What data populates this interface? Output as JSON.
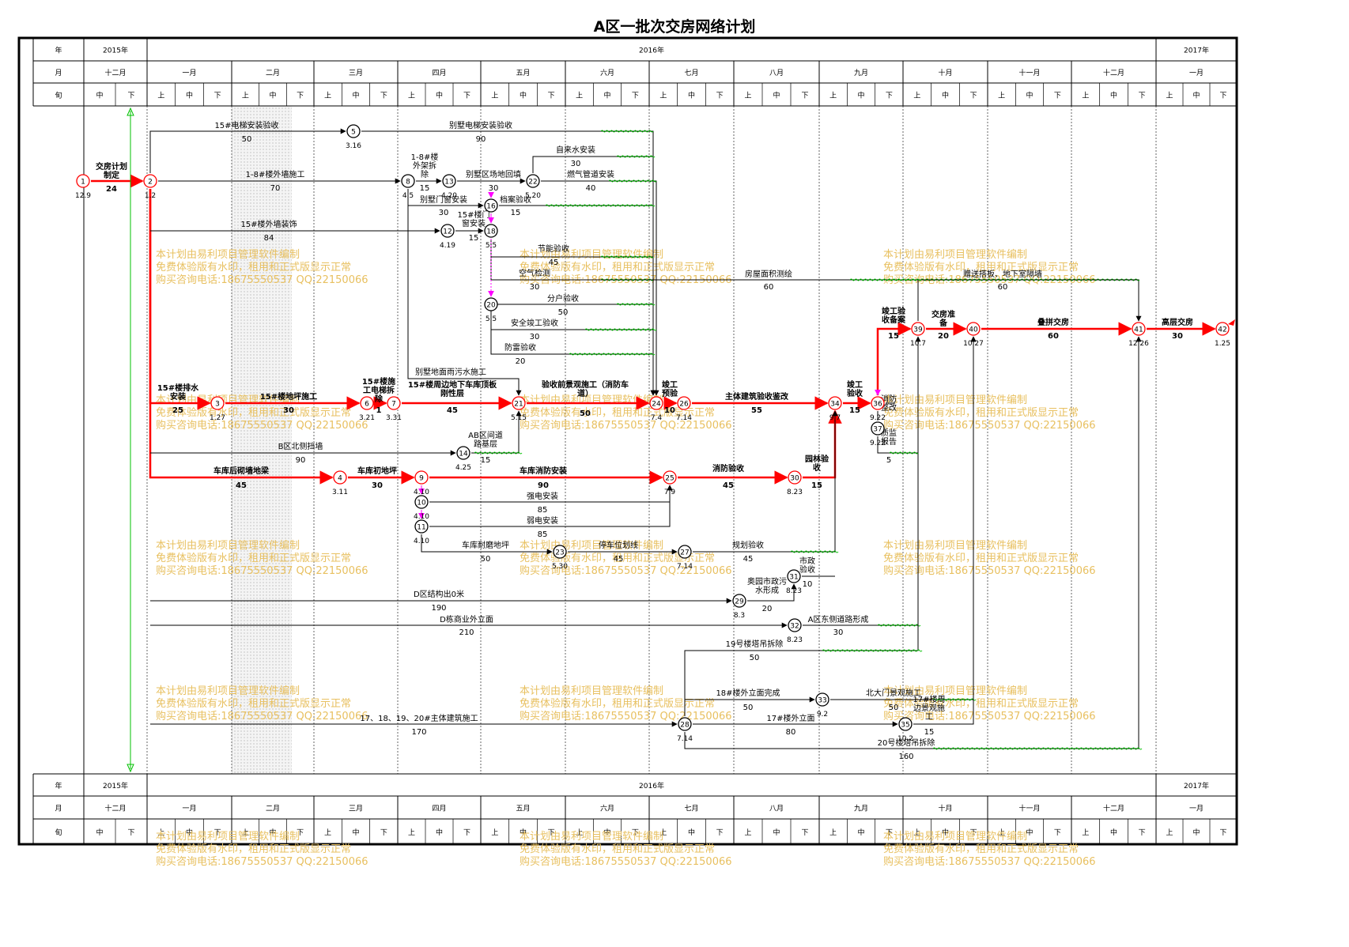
{
  "title": "A区一批次交房网络计划",
  "header_labels": {
    "year": "年",
    "month": "月",
    "xun": "旬"
  },
  "years": [
    "2015年",
    "2016年",
    "2017年"
  ],
  "months": [
    "十二月",
    "一月",
    "二月",
    "三月",
    "四月",
    "五月",
    "六月",
    "七月",
    "八月",
    "九月",
    "十月",
    "十一月",
    "十二月",
    "一月"
  ],
  "xun_names": [
    "上",
    "中",
    "下"
  ],
  "watermark_lines": [
    "本计划由易利项目管理软件编制",
    "免费体验版有水印，租用和正式版显示正常",
    "购买咨询电话:18675550537 QQ:22150066"
  ],
  "colors": {
    "critical": "#ff0000",
    "normal": "#000000",
    "wavy": "#00c000",
    "dummy": "#ff00ff",
    "watermark": "#e8c060",
    "node_critical": "#ff0000"
  },
  "nodes": [
    {
      "id": "1",
      "date": "12.9",
      "critical": true
    },
    {
      "id": "2",
      "date": "1.2",
      "critical": true
    },
    {
      "id": "3",
      "date": "1.27",
      "critical": true
    },
    {
      "id": "4",
      "date": "3.11",
      "critical": true
    },
    {
      "id": "5",
      "date": "3.16",
      "critical": false
    },
    {
      "id": "6",
      "date": "3.21",
      "critical": true
    },
    {
      "id": "7",
      "date": "3.31",
      "critical": true
    },
    {
      "id": "8",
      "date": "4.5",
      "critical": false
    },
    {
      "id": "9",
      "date": "4.10",
      "critical": true
    },
    {
      "id": "10",
      "date": "4.10",
      "critical": false
    },
    {
      "id": "11",
      "date": "4.10",
      "critical": false
    },
    {
      "id": "12",
      "date": "4.19",
      "critical": false
    },
    {
      "id": "13",
      "date": "4.20",
      "critical": false
    },
    {
      "id": "14",
      "date": "4.25",
      "critical": false
    },
    {
      "id": "16",
      "date": "",
      "critical": false
    },
    {
      "id": "18",
      "date": "5.5",
      "critical": false
    },
    {
      "id": "20",
      "date": "5.5",
      "critical": false
    },
    {
      "id": "21",
      "date": "5.15",
      "critical": true
    },
    {
      "id": "22",
      "date": "5.20",
      "critical": false
    },
    {
      "id": "23",
      "date": "5.30",
      "critical": false
    },
    {
      "id": "24",
      "date": "7.4",
      "critical": true
    },
    {
      "id": "25",
      "date": "7.9",
      "critical": true
    },
    {
      "id": "26",
      "date": "7.14",
      "critical": true
    },
    {
      "id": "27",
      "date": "7.14",
      "critical": false
    },
    {
      "id": "28",
      "date": "7.14",
      "critical": false
    },
    {
      "id": "29",
      "date": "8.3",
      "critical": false
    },
    {
      "id": "30",
      "date": "8.23",
      "critical": true
    },
    {
      "id": "31",
      "date": "8.23",
      "critical": false
    },
    {
      "id": "32",
      "date": "8.23",
      "critical": false
    },
    {
      "id": "33",
      "date": "9.2",
      "critical": false
    },
    {
      "id": "34",
      "date": "9.7",
      "critical": true
    },
    {
      "id": "35",
      "date": "10.2",
      "critical": false
    },
    {
      "id": "36",
      "date": "9.22",
      "critical": true
    },
    {
      "id": "37",
      "date": "9.22",
      "critical": false
    },
    {
      "id": "39",
      "date": "10.7",
      "critical": true
    },
    {
      "id": "40",
      "date": "10.27",
      "critical": true
    },
    {
      "id": "41",
      "date": "12.26",
      "critical": true
    },
    {
      "id": "42",
      "date": "1.25",
      "critical": true
    }
  ],
  "activities": [
    {
      "name": "交房计划制定",
      "duration": "24",
      "critical": true
    },
    {
      "name": "15#电梯安装验收",
      "duration": "50"
    },
    {
      "name": "别墅电梯安装验收",
      "duration": "90"
    },
    {
      "name": "1-8#楼外墙施工",
      "duration": "70"
    },
    {
      "name": "1-8#楼外架拆除",
      "duration": "15"
    },
    {
      "name": "别墅区场地回填",
      "duration": "30"
    },
    {
      "name": "自来水安装",
      "duration": "30"
    },
    {
      "name": "燃气管道安装",
      "duration": "40"
    },
    {
      "name": "别墅门窗安装",
      "duration": "30"
    },
    {
      "name": "档案验收",
      "duration": "15"
    },
    {
      "name": "15#楼门窗安装",
      "duration": "15"
    },
    {
      "name": "15#楼外墙装饰",
      "duration": "84"
    },
    {
      "name": "节能验收",
      "duration": "45"
    },
    {
      "name": "空气检测",
      "duration": "30"
    },
    {
      "name": "房屋面积测绘",
      "duration": "60"
    },
    {
      "name": "分户验收",
      "duration": "50"
    },
    {
      "name": "安全竣工验收",
      "duration": "30"
    },
    {
      "name": "防雷验收",
      "duration": "20"
    },
    {
      "name": "别墅地面雨污水施工",
      "duration": ""
    },
    {
      "name": "15#楼排水安装",
      "duration": "25",
      "critical": true
    },
    {
      "name": "15#楼地坪施工",
      "duration": "30",
      "critical": true
    },
    {
      "name": "15#楼施工电梯拆除",
      "duration": "1",
      "critical": true
    },
    {
      "name": "15#楼周边地下车库顶板刚性层",
      "duration": "45",
      "critical": true
    },
    {
      "name": "验收前景观施工（消防车道）",
      "duration": "50",
      "critical": true
    },
    {
      "name": "竣工预验",
      "duration": "10",
      "critical": true
    },
    {
      "name": "主体建筑验收鉴改",
      "duration": "55",
      "critical": true
    },
    {
      "name": "竣工验收",
      "duration": "15",
      "critical": true
    },
    {
      "name": "竣工验收备案",
      "duration": "15",
      "critical": true
    },
    {
      "name": "交房准备",
      "duration": "20",
      "critical": true
    },
    {
      "name": "叠拼交房",
      "duration": "60",
      "critical": true
    },
    {
      "name": "高层交房",
      "duration": "30",
      "critical": true
    },
    {
      "name": "赠送搭板、地下室隔墙",
      "duration": "60"
    },
    {
      "name": "AB区间道路基层",
      "duration": "15"
    },
    {
      "name": "B区北侧挡墙",
      "duration": "90"
    },
    {
      "name": "车库后砌墙地梁",
      "duration": "45",
      "critical": true
    },
    {
      "name": "车库初地坪",
      "duration": "30",
      "critical": true
    },
    {
      "name": "车库消防安装",
      "duration": "90",
      "critical": true
    },
    {
      "name": "消防验收",
      "duration": "45",
      "critical": true
    },
    {
      "name": "园林验收",
      "duration": "15",
      "critical": true
    },
    {
      "name": "强电安装",
      "duration": "85"
    },
    {
      "name": "弱电安装",
      "duration": "85"
    },
    {
      "name": "车库耐磨地坪",
      "duration": "50"
    },
    {
      "name": "停车位划线",
      "duration": "45"
    },
    {
      "name": "规划验收",
      "duration": "45"
    },
    {
      "name": "市政验收",
      "duration": "10"
    },
    {
      "name": "奥园市政污水形成",
      "duration": "20"
    },
    {
      "name": "D区结构出0米",
      "duration": "190"
    },
    {
      "name": "D栋商业外立面",
      "duration": "210"
    },
    {
      "name": "A区东侧道路形成",
      "duration": "30"
    },
    {
      "name": "19号楼塔吊拆除",
      "duration": "50"
    },
    {
      "name": "18#楼外立面完成",
      "duration": "50"
    },
    {
      "name": "北大门景观施工",
      "duration": "50"
    },
    {
      "name": "17#楼周边景观施工",
      "duration": "15"
    },
    {
      "name": "17、18、19、20#主体建筑施工",
      "duration": "170"
    },
    {
      "name": "17#楼外立面",
      "duration": "80"
    },
    {
      "name": "20号楼塔吊拆除",
      "duration": "160"
    },
    {
      "name": "消防整改",
      "duration": ""
    },
    {
      "name": "质监报告",
      "duration": "5"
    }
  ]
}
